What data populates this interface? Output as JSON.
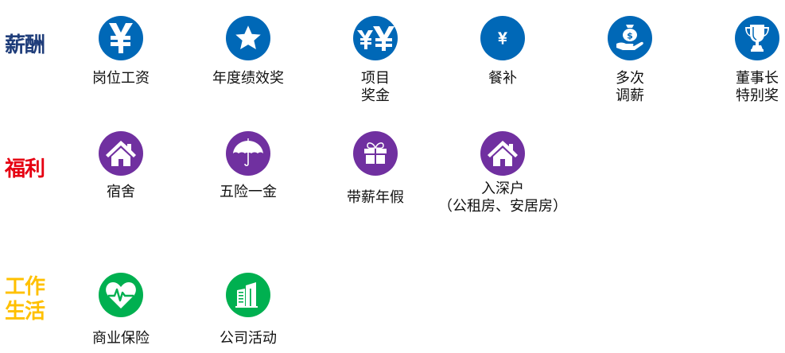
{
  "categories": {
    "salary": {
      "label": "薪酬",
      "color": "#1f3d7a"
    },
    "welfare": {
      "label": "福利",
      "color": "#e60012"
    },
    "worklife": {
      "label": "工作\n生活",
      "line1": "工作",
      "line2": "生活",
      "color": "#ffc000"
    }
  },
  "colors": {
    "salary_icon": "#0068b7",
    "welfare_icon": "#7030a0",
    "worklife_icon": "#00b050"
  },
  "salary_items": [
    {
      "label": "岗位工资",
      "icon": "yen-icon"
    },
    {
      "label": "年度绩效奖",
      "icon": "star-icon"
    },
    {
      "label": "项目\n奖金",
      "icon": "double-yen-icon"
    },
    {
      "label": "餐补",
      "icon": "small-yen-icon"
    },
    {
      "label": "多次\n调薪",
      "icon": "money-bag-hand-icon"
    },
    {
      "label": "董事长\n特别奖",
      "icon": "trophy-icon"
    }
  ],
  "welfare_items": [
    {
      "label": "宿舍",
      "icon": "house-icon"
    },
    {
      "label": "五险一金",
      "icon": "umbrella-icon"
    },
    {
      "label": "带薪年假",
      "icon": "gift-icon"
    },
    {
      "label": "入深户\n（公租房、安居房）",
      "icon": "house-icon"
    }
  ],
  "worklife_items": [
    {
      "label": "商业保险",
      "icon": "heartbeat-icon"
    },
    {
      "label": "公司活动",
      "icon": "building-icon"
    }
  ]
}
